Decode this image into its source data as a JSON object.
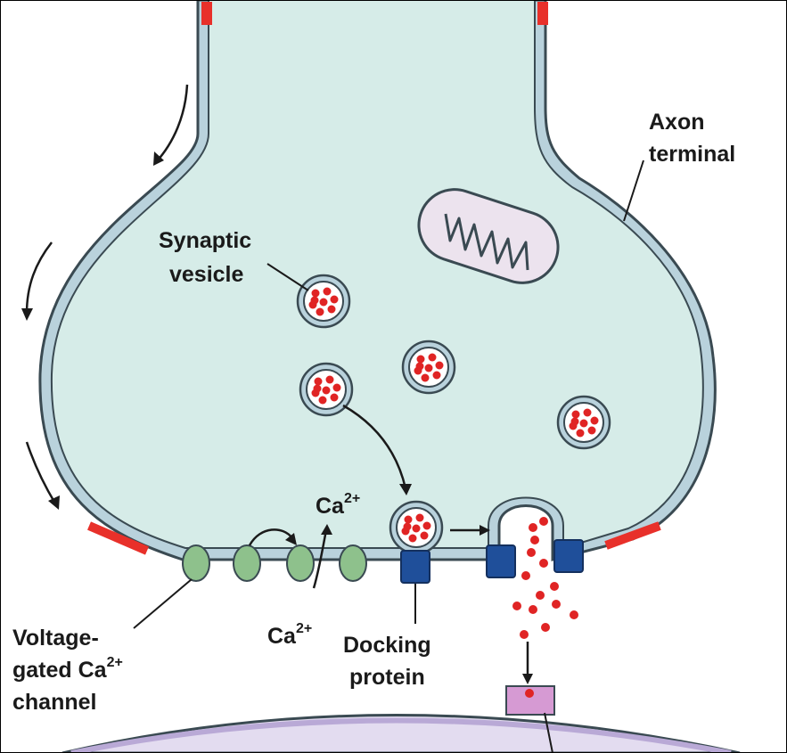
{
  "labels": {
    "axon_terminal": [
      "Axon",
      "terminal"
    ],
    "synaptic_vesicle": [
      "Synaptic",
      "vesicle"
    ],
    "docking_protein": [
      "Docking",
      "protein"
    ],
    "voltage_channel": [
      "Voltage-",
      "gated Ca",
      "channel"
    ],
    "voltage_channel_sup": "2+",
    "ca_base": "Ca",
    "ca_sup": "2+"
  },
  "colors": {
    "cytoplasm": "#d6ece8",
    "membrane": "#b9d2dc",
    "membrane_outline": "#3a4a52",
    "depolarized": "#e8302a",
    "vesicle_fill": "#ffffff",
    "neurotransmitter": "#e02424",
    "ca_channel": "#8ec18c",
    "docking_protein": "#1f4f9a",
    "receptor": "#d69ad3",
    "postsynaptic": "#e3dcf0",
    "mitochondrion": "#ece3ee",
    "arrow": "#1a1a1a"
  }
}
